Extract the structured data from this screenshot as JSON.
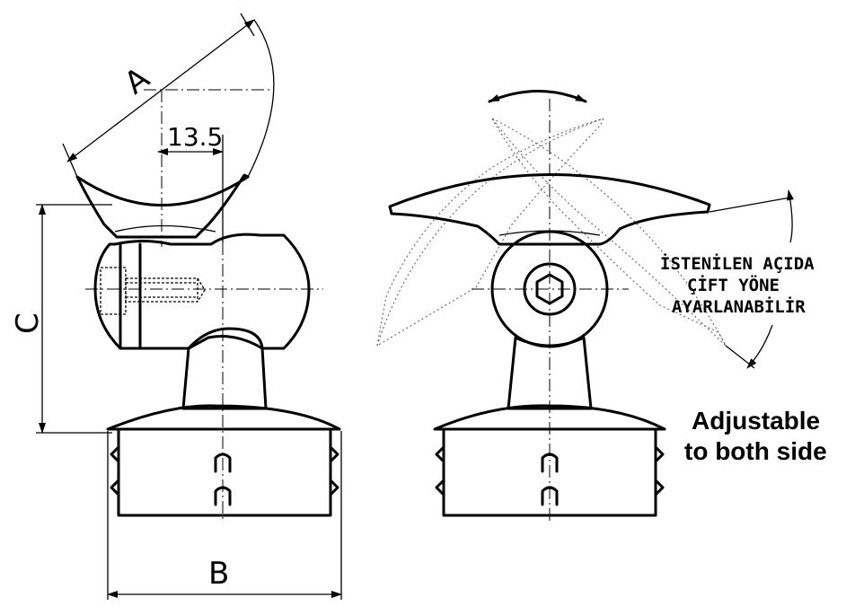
{
  "dimensions": {
    "a": "A",
    "b": "B",
    "c": "C",
    "offset": "13.5"
  },
  "note_tr": {
    "line1": "İSTENİLEN AÇIDA",
    "line2": "ÇİFT YÖNE",
    "line3": "AYARLANABİLİR"
  },
  "note_en": {
    "line1": "Adjustable",
    "line2": "to both side"
  }
}
